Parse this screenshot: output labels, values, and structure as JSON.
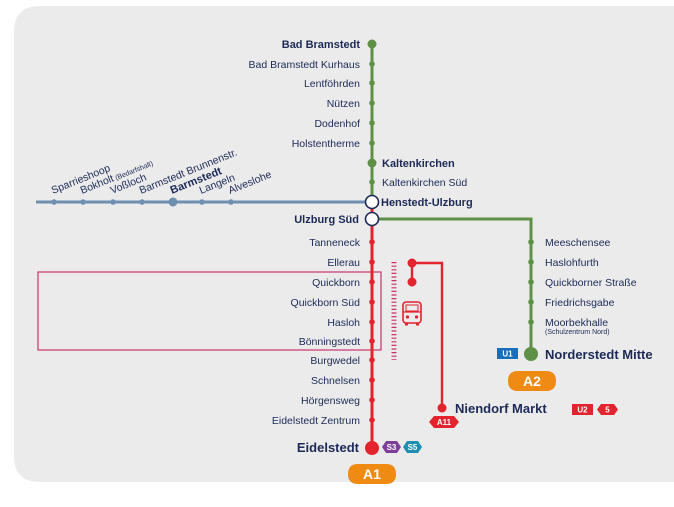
{
  "colors": {
    "background": "#ebebeb",
    "a1_red": "#e3232e",
    "a2_green": "#5e9046",
    "bramstedt_blue": "#6f8fb1",
    "line_badge_orange": "#ef8a12",
    "highlight_frame": "#c8326a",
    "s3_purple": "#7d3f98",
    "s5_teal": "#1e8fb3",
    "u1_blue": "#1a6eb8",
    "u2_red": "#e3232e"
  },
  "north_line": {
    "stations": [
      "Bad Bramstedt",
      "Bad Bramstedt Kurhaus",
      "Lentföhrden",
      "Nützen",
      "Dodenhof",
      "Holstentherme",
      "Kaltenkirchen",
      "Kaltenkirchen Süd"
    ]
  },
  "junctions": {
    "henstedt": "Henstedt-Ulzburg",
    "ulzburg_sued": "Ulzburg Süd"
  },
  "west_line": {
    "stations": [
      "Sparrieshoop",
      "Bokholt",
      "Voßloch",
      "Barmstedt Brunnenstr.",
      "Barmstedt",
      "Langeln",
      "Alveslohe"
    ],
    "bokholt_note": "(Bedarfshalt)"
  },
  "a1_line": {
    "label": "A1",
    "stations": [
      "Tanneneck",
      "Ellerau",
      "Quickborn",
      "Quickborn Süd",
      "Hasloh",
      "Bönningstedt",
      "Burgwedel",
      "Schnelsen",
      "Hörgensweg",
      "Eidelstedt Zentrum"
    ],
    "terminus": "Eidelstedt",
    "terminus_badges": [
      "S3",
      "S5"
    ]
  },
  "a2_line": {
    "label": "A2",
    "stations": [
      "Meeschensee",
      "Haslohfurth",
      "Quickborner Straße",
      "Friedrichsgabe",
      "Moorbekhalle"
    ],
    "moorbek_note": "(Schulzentrum Nord)",
    "terminus": "Norderstedt Mitte",
    "terminus_badge": "U1"
  },
  "a11_line": {
    "label": "A11",
    "terminus": "Niendorf Markt",
    "terminus_badges": [
      "U2",
      "5"
    ]
  },
  "icons": [
    "bus-icon"
  ]
}
